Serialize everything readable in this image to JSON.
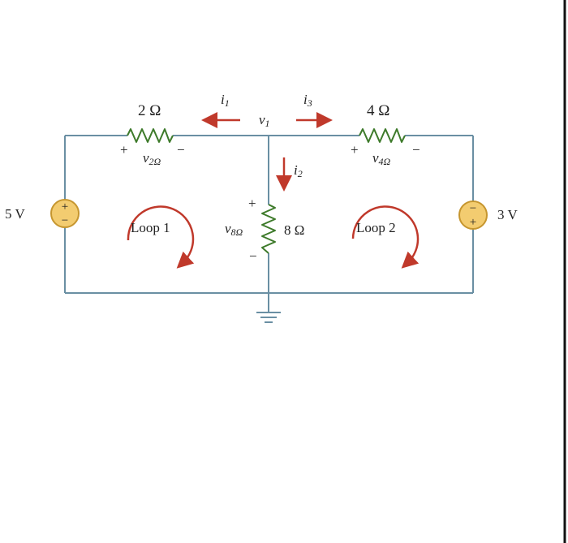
{
  "colors": {
    "wire": "#6a8fa3",
    "resistor": "#3d7a2a",
    "source_fill": "#f3cc70",
    "source_stroke": "#c6962f",
    "arrow": "#c0392b",
    "text": "#222222",
    "border": "#111111"
  },
  "resistors": {
    "r2": {
      "value": "2 Ω",
      "v_plus": "+",
      "v_name": "v",
      "v_sub": "2Ω",
      "v_minus": "−"
    },
    "r4": {
      "value": "4 Ω",
      "v_plus": "+",
      "v_name": "v",
      "v_sub": "4Ω",
      "v_minus": "−"
    },
    "r8": {
      "value": "8 Ω",
      "v_plus": "+",
      "v_name": "v",
      "v_sub": "8Ω",
      "v_minus": "−"
    }
  },
  "sources": {
    "left": {
      "label": "5 V",
      "top_sign": "+",
      "bottom_sign": "−"
    },
    "right": {
      "label": "3 V",
      "top_sign": "−",
      "bottom_sign": "+"
    }
  },
  "node": {
    "name": "v",
    "sub": "1"
  },
  "currents": {
    "i1": {
      "name": "i",
      "sub": "1"
    },
    "i2": {
      "name": "i",
      "sub": "2"
    },
    "i3": {
      "name": "i",
      "sub": "3"
    }
  },
  "loops": {
    "loop1": "Loop 1",
    "loop2": "Loop 2"
  }
}
